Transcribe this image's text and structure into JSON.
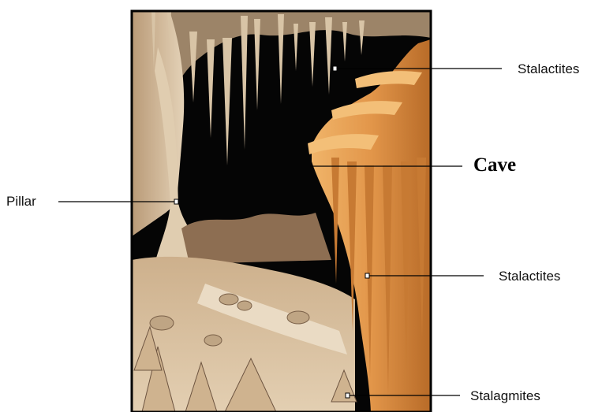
{
  "labels": {
    "stalactites_top": "Stalactites",
    "cave": "Cave",
    "pillar": "Pillar",
    "stalactites_right": "Stalactites",
    "stalagmites": "Stalagmites"
  },
  "colors": {
    "cave_dark": "#050505",
    "rock_tan": "#c9aa86",
    "rock_light": "#e3d0b5",
    "orange_wall": "#e29b4c",
    "orange_dark": "#b76a25",
    "floor": "#d7bf9d",
    "leader_line": "#000000"
  }
}
